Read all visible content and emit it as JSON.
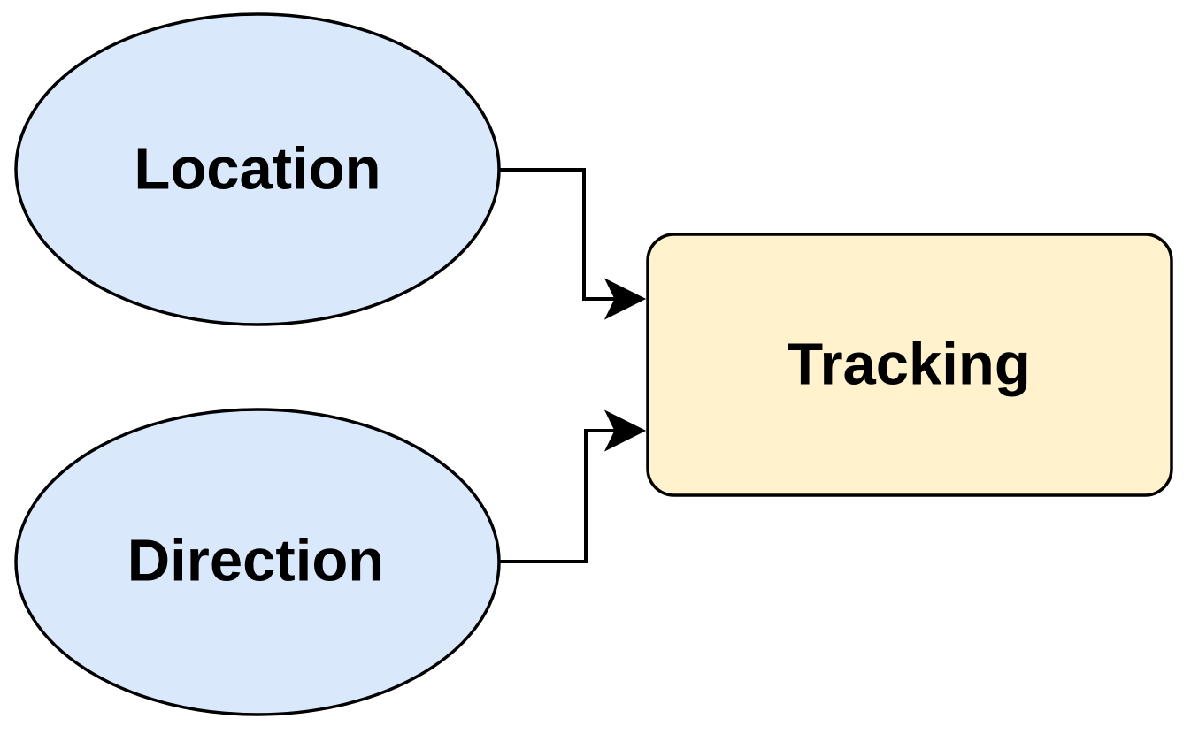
{
  "diagram": {
    "type": "flowchart",
    "background_color": "#FFFFFF",
    "stroke_color": "#000000",
    "text_color": "#000000",
    "nodes": {
      "location": {
        "label": "Location",
        "shape": "ellipse",
        "fill": "#DAE8FC"
      },
      "direction": {
        "label": "Direction",
        "shape": "ellipse",
        "fill": "#DAE8FC"
      },
      "tracking": {
        "label": "Tracking",
        "shape": "rounded-rectangle",
        "fill": "#FFF2CC"
      }
    },
    "edges": [
      {
        "from": "Location",
        "to": "Tracking",
        "style": "orthogonal",
        "arrowhead": "filled-triangle"
      },
      {
        "from": "Direction",
        "to": "Tracking",
        "style": "orthogonal",
        "arrowhead": "filled-triangle"
      }
    ]
  }
}
